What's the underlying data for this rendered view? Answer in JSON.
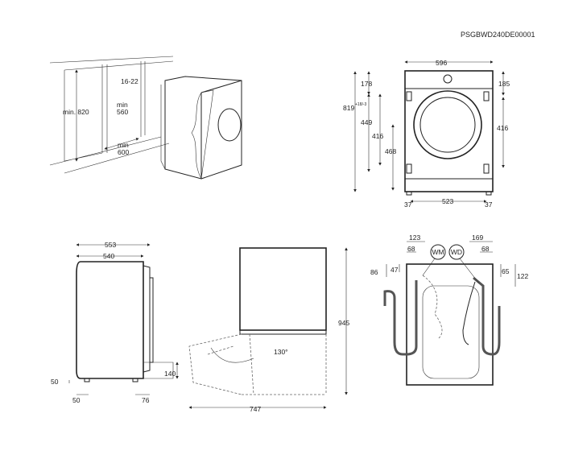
{
  "product_code": "PSGBWD240DE00001",
  "niche_view": {
    "height_min": "min. 820",
    "gap": "16-22",
    "width_min_label": "min",
    "width_min": "560",
    "depth_min_label": "min",
    "depth_min": "600"
  },
  "front_view": {
    "width": "596",
    "top_to_hinge_left": "178",
    "hinge_span_left": "449",
    "total_height": "819",
    "total_height_tolerance": "+18/-3",
    "inner_hinge": "416",
    "center_height": "468",
    "top_to_hinge_right": "185",
    "hinge_span_right": "416",
    "foot_left": "37",
    "foot_span": "523",
    "foot_right": "37"
  },
  "side_view": {
    "depth_total": "553",
    "depth_body": "540",
    "foot_height": "50",
    "foot_offset": "50",
    "rear_offset": "76",
    "plinth_height": "140"
  },
  "door_view": {
    "height": "945",
    "depth_open": "747",
    "door_angle": "130°"
  },
  "rear_view": {
    "wm_label": "WM",
    "wd_label": "WD",
    "left_offset": "123",
    "left_inner": "68",
    "right_offset": "169",
    "right_inner": "68",
    "left_height_outer": "86",
    "left_height_inner": "47",
    "right_height_inner": "65",
    "right_height_outer": "122"
  }
}
